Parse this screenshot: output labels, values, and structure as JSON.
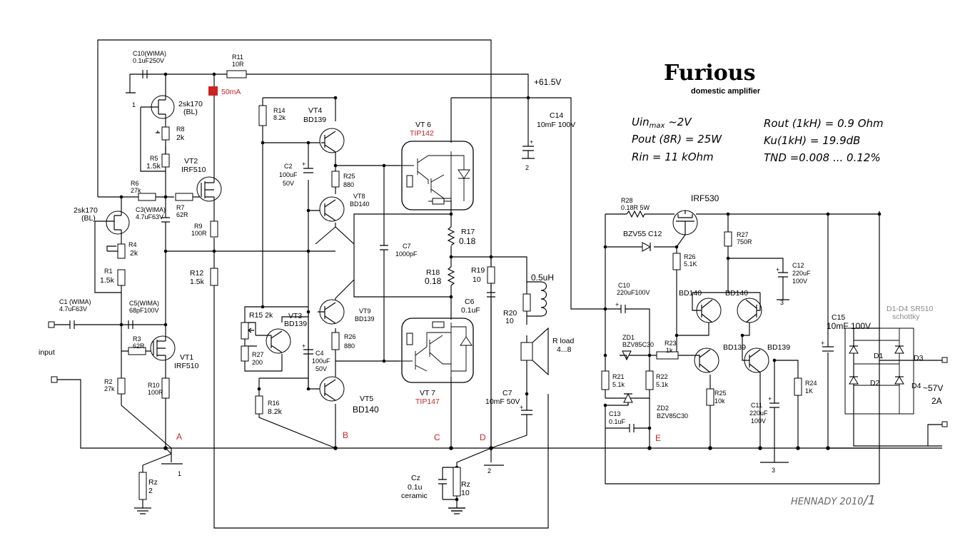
{
  "title": "Furious",
  "subtitle": "domestic amplifier",
  "specs": {
    "uin_a": "Uin",
    "uin_sub": "max",
    "uin_b": " ~2V",
    "pout": "Pout (8R) = 25W",
    "rin": "Rin =  11 kOhm",
    "rout": "Rout (1kH) =  0.9 Ohm",
    "ku": "Ku(1kH) = 19.9dB",
    "tnd": "TND =0.008 ... 0.12%"
  },
  "supply_voltage": "+61.5V",
  "bias_current": "50mA",
  "input_label": "input",
  "mains": {
    "voltage": "~57V",
    "current": "2A"
  },
  "author": "HENNADY 2010",
  "author_rev": "/1",
  "nodes": [
    "A",
    "B",
    "C",
    "D",
    "E"
  ],
  "grounds": [
    "1",
    "2",
    "3"
  ],
  "components": {
    "C10_a": "C10(WIMA)",
    "C10_b": "0.1uF250V",
    "R11_a": "R11",
    "R11_b": "10R",
    "Q_jfet1_a": "2sk170",
    "Q_jfet1_b": "(BL)",
    "R8_a": "R8",
    "R8_b": "2k",
    "R5_a": "R5",
    "R5_b": "1.5k",
    "VT2_a": "VT2",
    "VT2_b": "IRF510",
    "R6_a": "R6",
    "R6_b": "27k",
    "R7_a": "R7",
    "R7_b": "62R",
    "Q_jfet2_a": "2sk170",
    "Q_jfet2_b": "(BL)",
    "C3_a": "C3(WIMA)",
    "C3_b": "4.7uF63V",
    "R9_a": "R9",
    "R9_b": "100R",
    "R4_a": "R4",
    "R4_b": "2k",
    "R1_a": "R1",
    "R1_b": "1.5k",
    "R12_a": "R12",
    "R12_b": "1.5k",
    "C1_a": "C1 (WIMA)",
    "C1_b": "4.7uF63V",
    "C5_a": "C5(WIMA)",
    "C5_b": "68pF100V",
    "R3_a": "R3",
    "R3_b": "62R",
    "VT1_a": "VT1",
    "VT1_b": "IRF510",
    "R2_a": "R2",
    "R2_b": "27k",
    "R10_a": "R10",
    "R10_b": "100R",
    "Rz1_a": "Rz",
    "Rz1_b": "2",
    "R14_a": "R14",
    "R14_b": "8.2k",
    "VT4_a": "VT4",
    "VT4_b": "BD139",
    "C2_a": "C2",
    "C2_b": "100uF",
    "C2_c": "50V",
    "R25a_a": "R25",
    "R25a_b": "880",
    "VT8_a": "VT8",
    "VT8_b": "BD140",
    "C7a_a": "C7",
    "C7a_b": "1000pF",
    "R15": "R15 2k",
    "VT3_a": "VT3",
    "VT3_b": "BD139",
    "R27a_a": "R27",
    "R27a_b": "200",
    "VT9_a": "VT9",
    "VT9_b": "BD139",
    "R26_a": "R26",
    "R26_b": "880",
    "C4_a": "C4",
    "C4_b": "100uF",
    "C4_c": "50V",
    "R16_a": "R16",
    "R16_b": "8.2k",
    "VT5_a": "VT5",
    "VT5_b": "BD140",
    "VT6_a": "VT 6",
    "VT6_b": "TIP142",
    "VT7_a": "VT 7",
    "VT7_b": "TIP147",
    "R17_a": "R17",
    "R17_b": "0.18",
    "R18_a": "R18",
    "R18_b": "0.18",
    "R19_a": "R19",
    "R19_b": "10",
    "C6_a": "C6",
    "C6_b": "0.1uF",
    "L": "0.5uH",
    "R20_a": "R20",
    "R20_b": "10",
    "Rload_a": "R load",
    "Rload_b": "4...8",
    "C7b_a": "C7",
    "C7b_b": "10mF 50V",
    "C14_a": "C14",
    "C14_b": "10mF 100V",
    "Cz_a": "Cz",
    "Cz_b": "0.1u",
    "Cz_c": "ceramic",
    "Rz2_a": "Rz",
    "Rz2_b": "10",
    "R28_a": "R28",
    "R28_b": "0.18R 5W",
    "IRF530": "IRF530",
    "BZV55": "BZV55 C12",
    "R27b_a": "R27",
    "R27b_b": "750R",
    "R26b_a": "R26",
    "R26b_b": "5.1K",
    "C12_a": "C12",
    "C12_b": "220uF",
    "C12_c": "100V",
    "C10b_a": "C10",
    "C10b_b": "220uF100V",
    "BD140a": "BD140",
    "BD140b": "BD140",
    "ZD1_a": "ZD1",
    "ZD1_b": "BZV85C30",
    "R23_a": "R23",
    "R23_b": "1k",
    "BD139a": "BD139",
    "BD139b": "BD139",
    "R21_a": "R21",
    "R21_b": "5.1k",
    "R22_a": "R22",
    "R22_b": "5.1k",
    "ZD2_a": "ZD2",
    "ZD2_b": "BZV85C30",
    "C13_a": "C13",
    "C13_b": "0.1uF",
    "R25b_a": "R25",
    "R25b_b": "10k",
    "C11_a": "C11",
    "C11_b": "220uF",
    "C11_c": "100V",
    "R24_a": "R24",
    "R24_b": "1K",
    "C15_a": "C15",
    "C15_b": "10mF 100V",
    "bridge_a": "D1-D4 SR510",
    "bridge_b": "schottky",
    "D1": "D1",
    "D2": "D2",
    "D3": "D3",
    "D4": "D4"
  },
  "colors": {
    "ink": "#000000",
    "accent_red": "#cc2222",
    "note_grey": "#8a8a8a"
  }
}
